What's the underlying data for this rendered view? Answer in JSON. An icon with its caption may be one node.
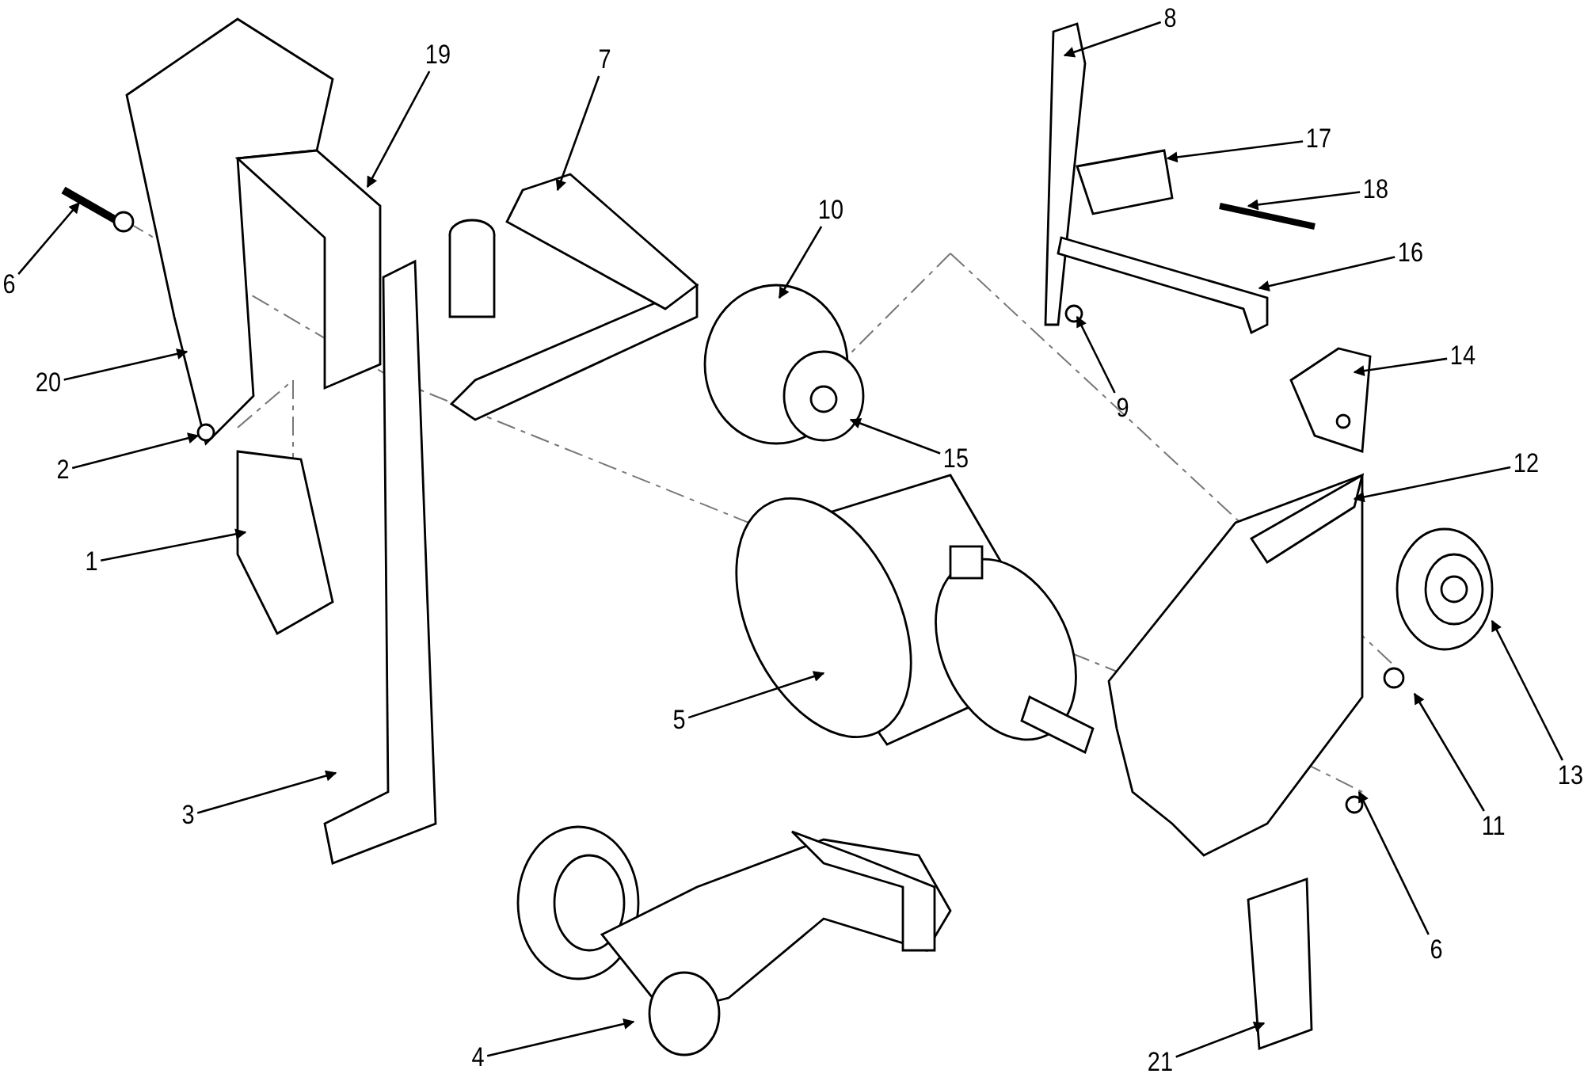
{
  "diagram": {
    "nodes": [
      {
        "text": [
          "8"
        ]
      },
      {
        "text": [
          "19"
        ]
      },
      {
        "text": [
          "7"
        ]
      },
      {
        "text": [
          "17"
        ]
      },
      {
        "text": [
          "18"
        ]
      },
      {
        "text": [
          "10"
        ]
      },
      {
        "text": [
          "16"
        ]
      },
      {
        "text": [
          "6"
        ]
      },
      {
        "text": [
          "14"
        ]
      },
      {
        "text": [
          "20"
        ]
      },
      {
        "text": [
          "9"
        ]
      },
      {
        "text": [
          "15"
        ]
      },
      {
        "text": [
          "2"
        ]
      },
      {
        "text": [
          "12"
        ]
      },
      {
        "text": [
          "1"
        ]
      },
      {
        "text": [
          "5"
        ]
      },
      {
        "text": [
          "13"
        ]
      },
      {
        "text": [
          "3"
        ]
      },
      {
        "text": [
          "11"
        ]
      },
      {
        "text": [
          "6"
        ]
      },
      {
        "text": [
          "4"
        ]
      },
      {
        "text": [
          "21"
        ]
      }
    ],
    "edges": [
      {
        "from": 0,
        "to": null,
        "arrow": "to"
      },
      {
        "from": 1,
        "to": null,
        "arrow": "to"
      },
      {
        "from": 2,
        "to": null,
        "arrow": "to"
      },
      {
        "from": 3,
        "to": null,
        "arrow": "to"
      },
      {
        "from": 4,
        "to": null,
        "arrow": "to"
      },
      {
        "from": 5,
        "to": null,
        "arrow": "to"
      },
      {
        "from": 6,
        "to": null,
        "arrow": "to"
      },
      {
        "from": 7,
        "to": null,
        "arrow": "to"
      },
      {
        "from": 8,
        "to": null,
        "arrow": "to"
      },
      {
        "from": 9,
        "to": null,
        "arrow": "to"
      },
      {
        "from": 10,
        "to": null,
        "arrow": "to"
      },
      {
        "from": 11,
        "to": null,
        "arrow": "to"
      },
      {
        "from": 12,
        "to": null,
        "arrow": "to"
      },
      {
        "from": 13,
        "to": null,
        "arrow": "to"
      },
      {
        "from": 14,
        "to": null,
        "arrow": "to"
      },
      {
        "from": 15,
        "to": null,
        "arrow": "to"
      },
      {
        "from": 16,
        "to": null,
        "arrow": "to"
      },
      {
        "from": 17,
        "to": null,
        "arrow": "to"
      },
      {
        "from": 18,
        "to": null,
        "arrow": "to"
      },
      {
        "from": 19,
        "to": null,
        "arrow": "to"
      },
      {
        "from": 20,
        "to": null,
        "arrow": "to"
      },
      {
        "from": 21,
        "to": null,
        "arrow": "to"
      }
    ]
  }
}
